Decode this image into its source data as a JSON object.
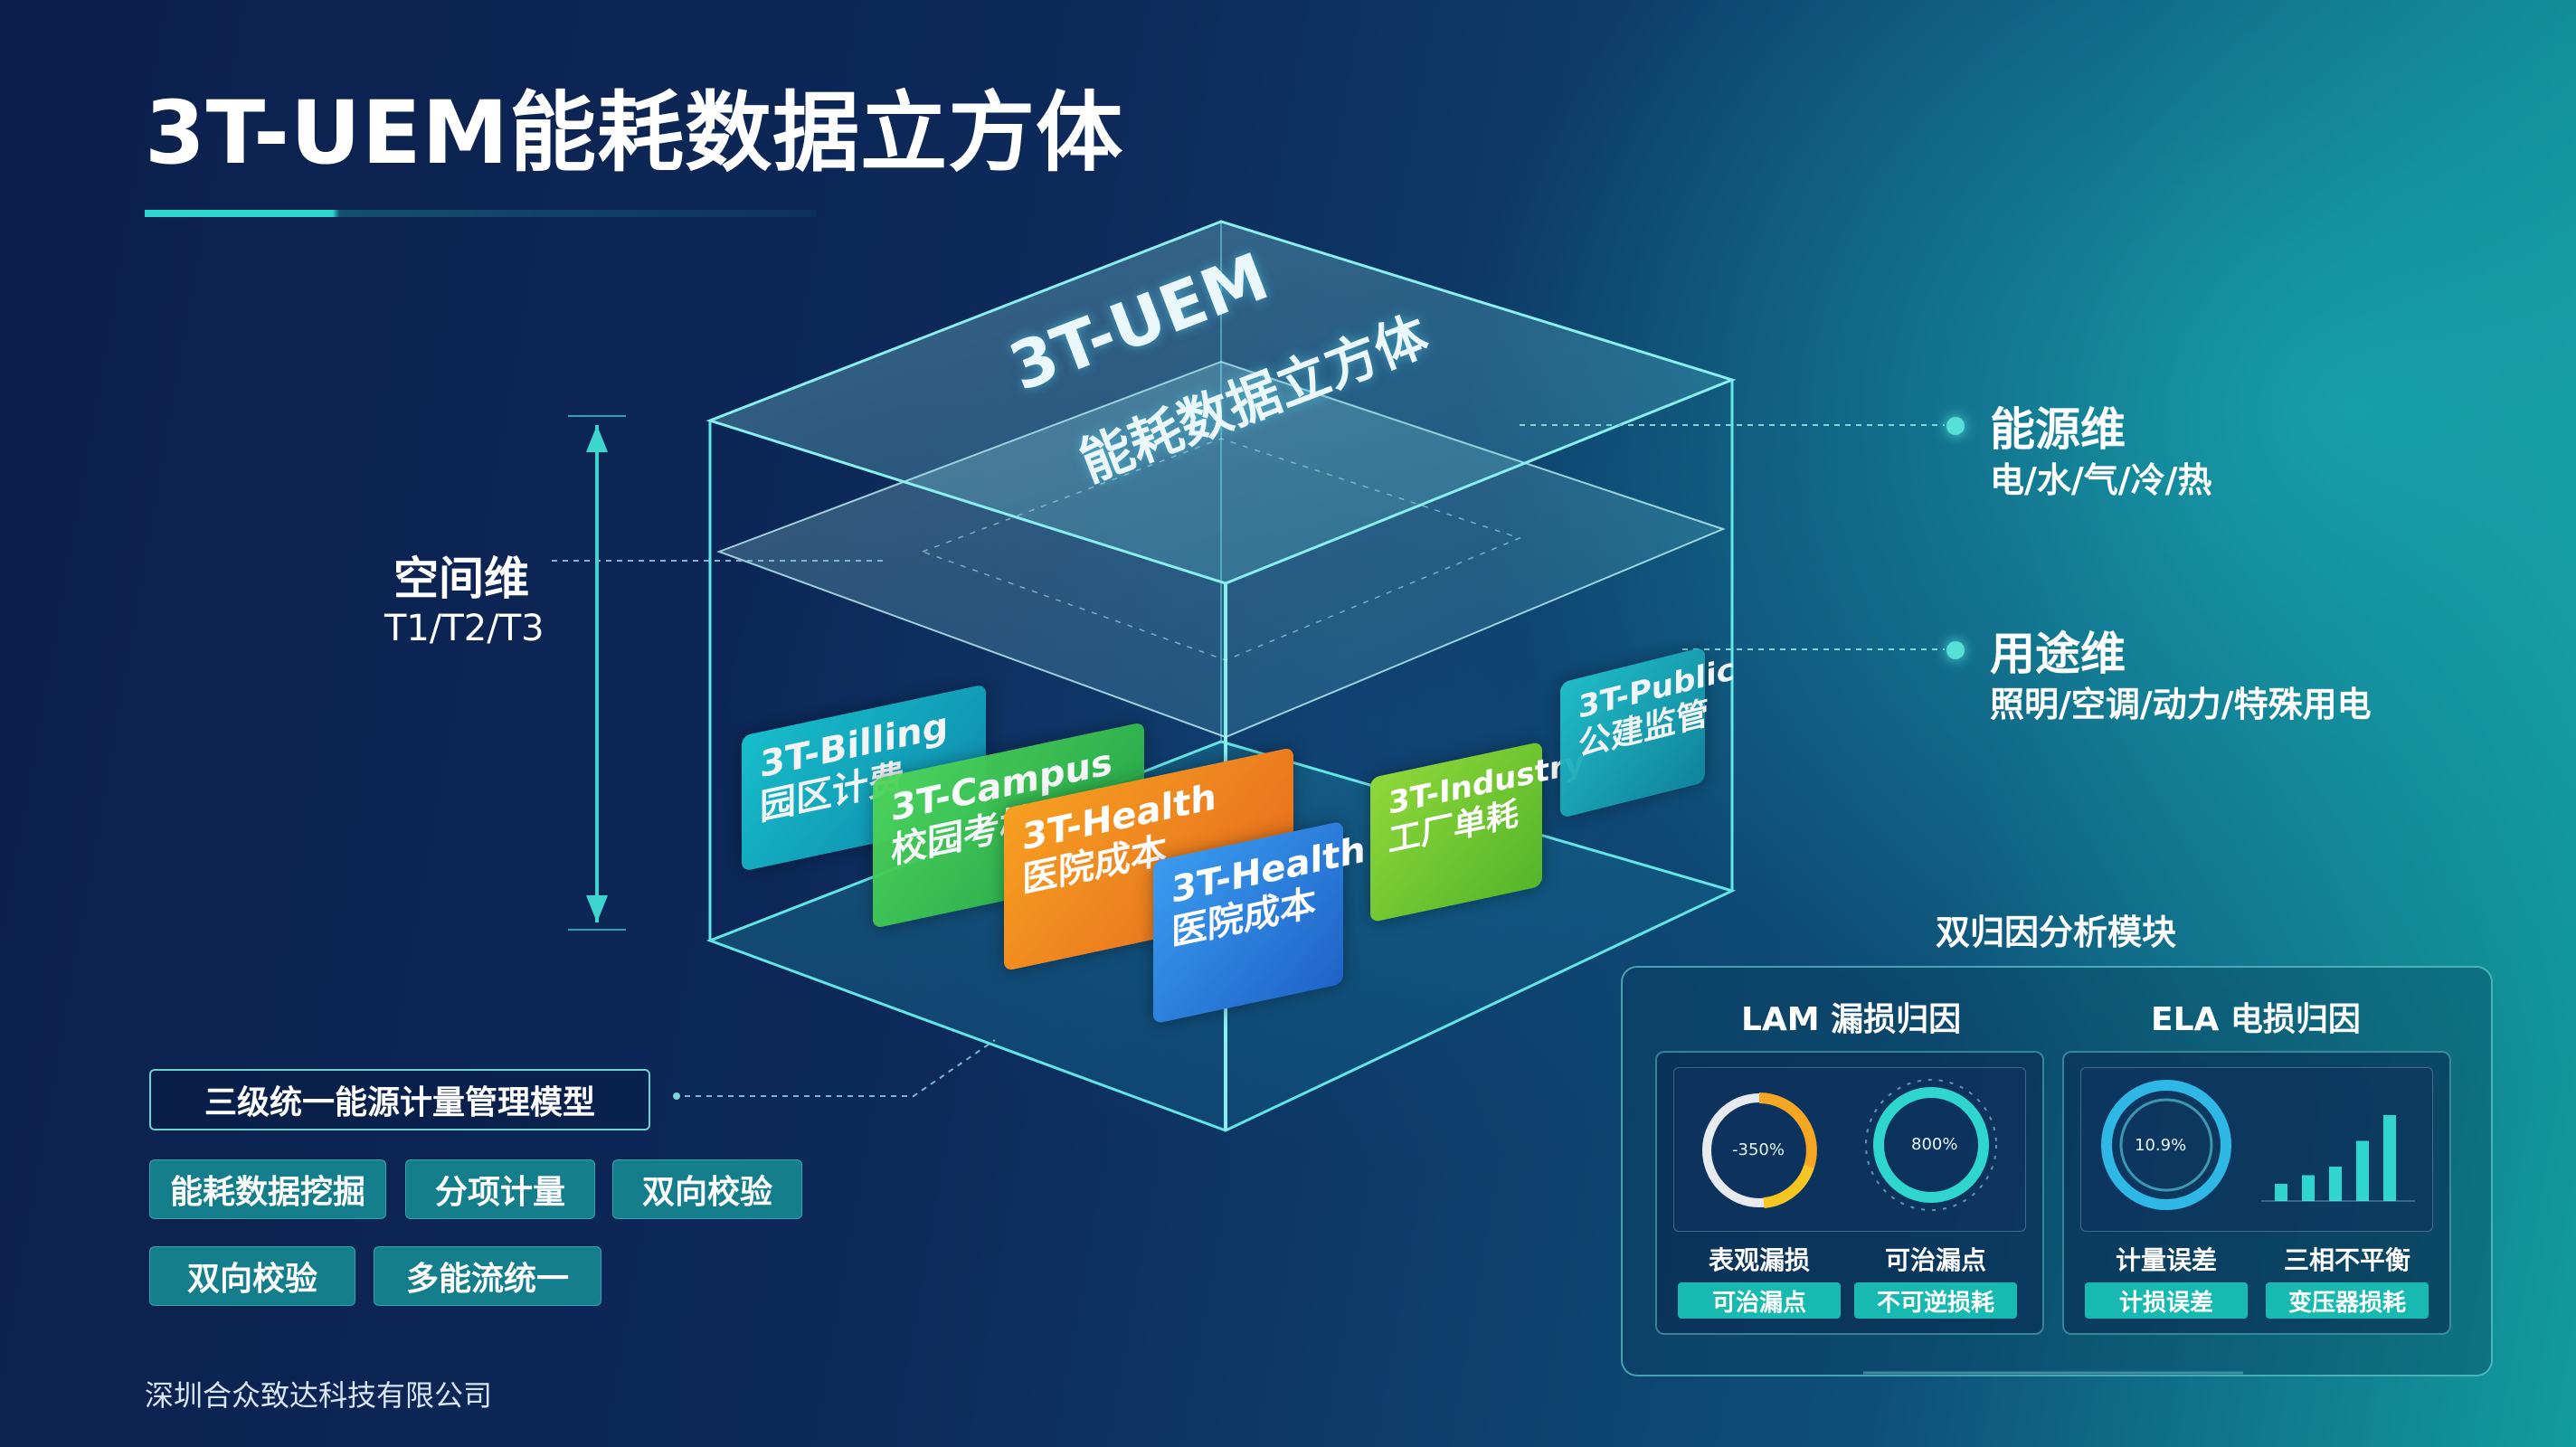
{
  "title": "3T-UEM能耗数据立方体",
  "cube": {
    "top_label_line1": "3T-UEM",
    "top_label_line2": "能耗数据立方体",
    "cards": [
      {
        "en": "3T-Billing",
        "zh": "园区计费",
        "color": "#13b6c4"
      },
      {
        "en": "3T-Campus",
        "zh": "校园考核",
        "color": "#3cc657"
      },
      {
        "en": "3T-Health",
        "zh": "医院成本",
        "color": "#f08a22"
      },
      {
        "en": "3T-Health",
        "zh": "医院成本",
        "color": "#2f7fe0"
      },
      {
        "en": "3T-Industry",
        "zh": "工厂单耗",
        "color": "#7ccc2e"
      },
      {
        "en": "3T-Public",
        "zh": "公建监管",
        "color": "#17a9b9"
      }
    ]
  },
  "space_dimension": {
    "title": "空间维",
    "sub": "T1/T2/T3"
  },
  "energy_dimension": {
    "title": "能源维",
    "sub": "电/水/气/冷/热"
  },
  "usage_dimension": {
    "title": "用途维",
    "sub": "照明/空调/动力/特殊用电"
  },
  "model_label": "三级统一能源计量管理模型",
  "tags": [
    "能耗数据挖掘",
    "分项计量",
    "双向校验",
    "双向校验",
    "多能流统一"
  ],
  "company": "深圳合众致达科技有限公司",
  "analysis": {
    "title": "双归因分析模块",
    "lam": {
      "title": "LAM 漏损归因",
      "gauge1_text": "-350%",
      "gauge2_text": "800%",
      "metrics": [
        {
          "label": "表观漏损",
          "tag": "可治漏点"
        },
        {
          "label": "可治漏点",
          "tag": "不可逆损耗"
        }
      ]
    },
    "ela": {
      "title": "ELA 电损归因",
      "gauge_text": "10.9%",
      "bar_values": [
        2,
        3,
        4,
        7,
        10
      ],
      "metrics": [
        {
          "label": "计量误差",
          "tag": "计损误差"
        },
        {
          "label": "三相不平衡",
          "tag": "变压器损耗"
        }
      ]
    }
  },
  "colors": {
    "accent": "#2fd6cf",
    "tag_bg": "#147e8c",
    "metric_tag": "#17b9b1",
    "gauge_orange": "#f5a623"
  }
}
